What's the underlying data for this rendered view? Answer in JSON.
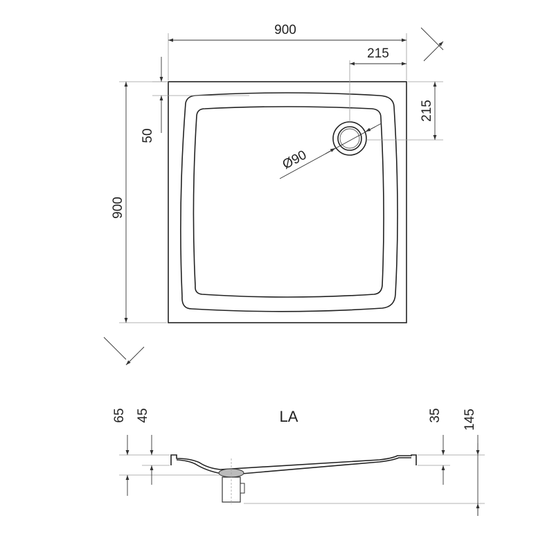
{
  "top_view": {
    "width_label": "900",
    "height_label": "900",
    "drain_offset_x_label": "215",
    "drain_offset_y_label": "215",
    "rim_label": "50",
    "drain_diameter_label": "Ø90"
  },
  "side_view": {
    "section_label": "LA",
    "dim_65": "65",
    "dim_45": "45",
    "dim_35": "35",
    "dim_145": "145"
  }
}
